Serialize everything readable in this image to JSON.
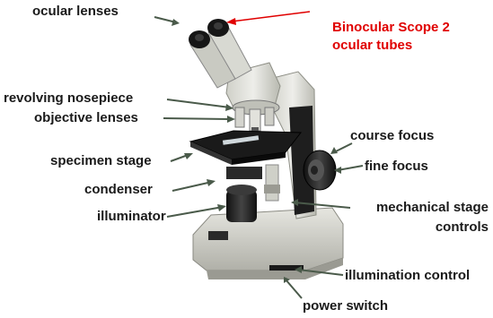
{
  "labels": {
    "ocular_lenses": "ocular lenses",
    "binocular_note_line1": "Binocular Scope 2",
    "binocular_note_line2": "ocular tubes",
    "revolving_nosepiece": "revolving nosepiece",
    "objective_lenses": "objective lenses",
    "specimen_stage": "specimen stage",
    "condenser": "condenser",
    "illuminator": "illuminator",
    "course_focus": "course focus",
    "fine_focus": "fine focus",
    "mechanical_stage_line1": "mechanical stage",
    "mechanical_stage_line2": "controls",
    "illumination_control": "illumination control",
    "power_switch": "power switch"
  },
  "colors": {
    "annotation_red": "#e00000",
    "label_text": "#1a1a1a",
    "leader_line": "#4a5a4a"
  }
}
